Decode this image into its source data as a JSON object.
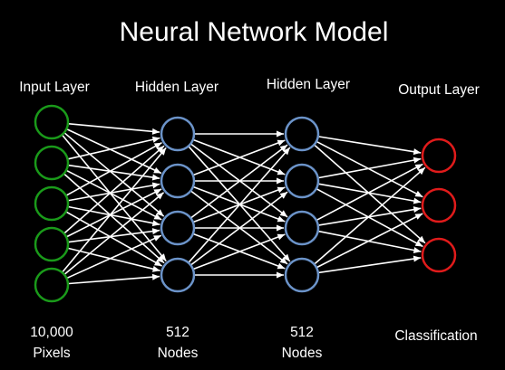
{
  "title": "Neural Network Model",
  "colors": {
    "background": "#000000",
    "text": "#ffffff",
    "edge": "#ffffff",
    "input_node": "#1a9a1a",
    "hidden_node": "#6b93c9",
    "output_node": "#e01b1b"
  },
  "layers": [
    {
      "name": "Input Layer",
      "nodes": 5,
      "caption_line1": "10,000",
      "caption_line2": "Pixels",
      "color_key": "input_node"
    },
    {
      "name": "Hidden Layer",
      "nodes": 4,
      "caption_line1": "512",
      "caption_line2": "Nodes",
      "color_key": "hidden_node"
    },
    {
      "name": "Hidden Layer",
      "nodes": 4,
      "caption_line1": "512",
      "caption_line2": "Nodes",
      "color_key": "hidden_node"
    },
    {
      "name": "Output Layer",
      "nodes": 3,
      "caption_line1": "Classification",
      "caption_line2": "",
      "color_key": "output_node"
    }
  ]
}
